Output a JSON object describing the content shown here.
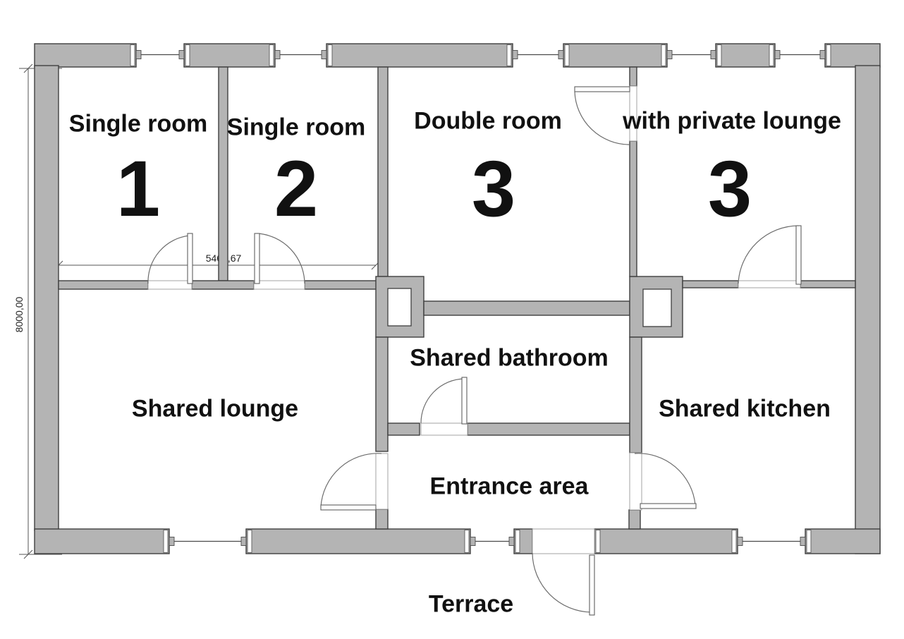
{
  "rooms": {
    "single1": {
      "label": "Single room",
      "number": "1"
    },
    "single2": {
      "label": "Single room",
      "number": "2"
    },
    "double": {
      "label": "Double room",
      "number": "3"
    },
    "private_lounge": {
      "label": "with private lounge",
      "number": "3"
    },
    "shared_lounge": {
      "label": "Shared lounge"
    },
    "shared_bathroom": {
      "label": "Shared bathroom"
    },
    "shared_kitchen": {
      "label": "Shared kitchen"
    },
    "entrance": {
      "label": "Entrance area"
    },
    "terrace": {
      "label": "Terrace"
    }
  },
  "dimensions": {
    "horizontal": "5466,67",
    "vertical": "8000,00"
  },
  "colors": {
    "wall_fill": "#b4b4b4",
    "wall_stroke": "#3f3f3f",
    "text": "#111111",
    "dim_text": "#222222",
    "background": "#ffffff"
  }
}
